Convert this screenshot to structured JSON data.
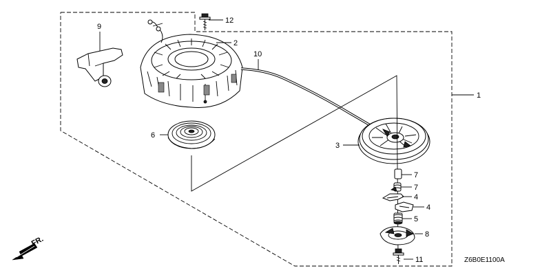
{
  "diagram": {
    "code": "Z6B0E1100A",
    "front_marker": "FR.",
    "callouts": {
      "p1": "1",
      "p2": "2",
      "p3": "3",
      "p4a": "4",
      "p4b": "4",
      "p5": "5",
      "p6": "6",
      "p7a": "7",
      "p7b": "7",
      "p8": "8",
      "p9": "9",
      "p10": "10",
      "p11": "11",
      "p12": "12"
    }
  }
}
